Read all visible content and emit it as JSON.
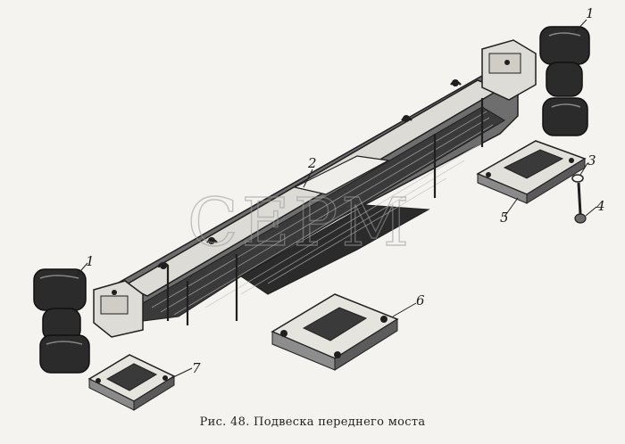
{
  "caption": "Рис. 48. Подвеска переднего моста",
  "watermark": "CEPM",
  "callouts": {
    "c1_top": "1",
    "c1_left": "1",
    "c2": "2",
    "c3": "3",
    "c4": "4",
    "c5": "5",
    "c6": "6",
    "c7": "7"
  },
  "colors": {
    "background": "#f4f3ef",
    "ink": "#1f1f1f",
    "dark_fill": "#2b2b2b",
    "mid_fill": "#7d7d7d",
    "light_fill": "#d9d8d3"
  }
}
